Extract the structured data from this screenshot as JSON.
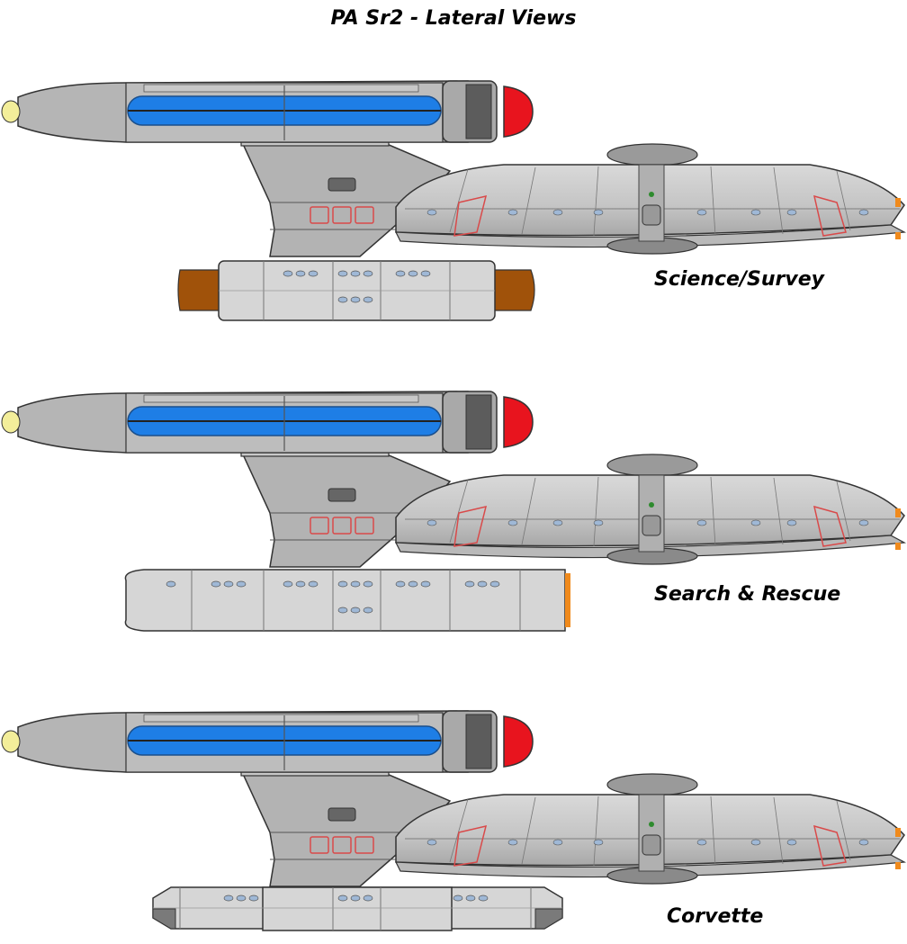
{
  "title": "PA Sr2 - Lateral Views",
  "colors": {
    "hull": "#bdbdbd",
    "hull_light": "#d6d6d6",
    "hull_dark": "#8f8f8f",
    "outline": "#333333",
    "nacelle_glow": "#1e7ee6",
    "bussard": "#e8141e",
    "nav_light": "#f3ee9a",
    "engine_brown": "#a0520a",
    "engine_orange": "#f08a1c",
    "window": "#9fb8d6",
    "panel_red": "#d94a4a"
  },
  "variants": [
    {
      "label": "Science/Survey",
      "pod": "science-module"
    },
    {
      "label": "Search & Rescue",
      "pod": "rescue-module"
    },
    {
      "label": "Corvette",
      "pod": "corvette-module"
    }
  ]
}
